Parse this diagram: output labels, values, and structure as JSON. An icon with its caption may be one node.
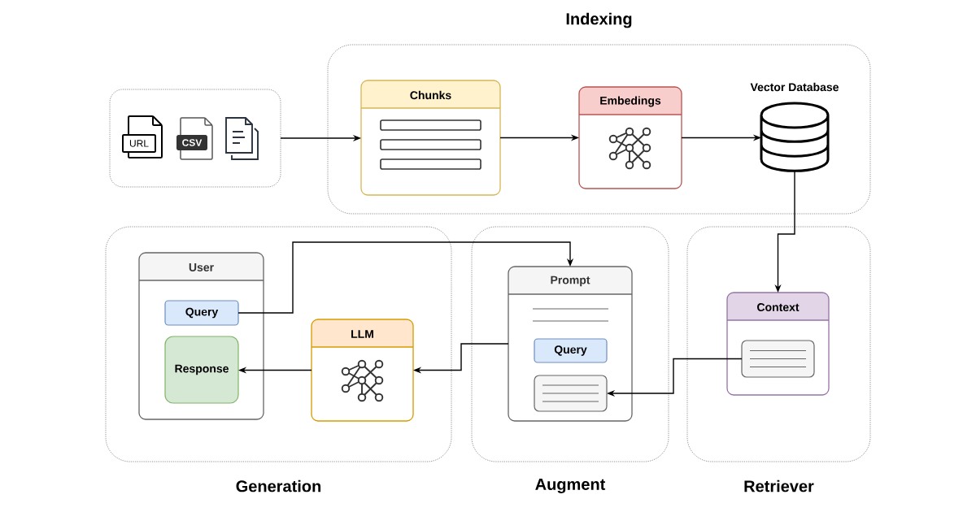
{
  "diagram": {
    "nodes": [
      {
        "text": [
          "Indexing"
        ]
      },
      {
        "text": [],
        "shape": "box"
      },
      {
        "text": [
          "Chunks"
        ],
        "in": 0
      },
      {
        "text": [
          "Embedings"
        ],
        "in": 0
      },
      {
        "text": [
          "Vector Database"
        ],
        "in": 0
      },
      {
        "text": [
          "Generation"
        ]
      },
      {
        "text": [
          "User"
        ],
        "in": 5
      },
      {
        "text": [
          "Query"
        ],
        "in": 6
      },
      {
        "text": [
          "Response"
        ],
        "in": 6
      },
      {
        "text": [
          "LLM"
        ],
        "in": 5
      },
      {
        "text": [
          "Augment"
        ]
      },
      {
        "text": [
          "Prompt"
        ],
        "in": 10
      },
      {
        "text": [
          "Query"
        ],
        "in": 11
      },
      {
        "text": [],
        "shape": "box",
        "in": 11
      },
      {
        "text": [
          "Retriever"
        ]
      },
      {
        "text": [
          "Context"
        ],
        "in": 14
      },
      {
        "text": [],
        "shape": "box",
        "in": 15
      }
    ],
    "edges": [
      {
        "from": 1,
        "to": 2,
        "arrow": "to"
      },
      {
        "from": 2,
        "to": 3,
        "arrow": "to"
      },
      {
        "from": 3,
        "to": 4,
        "arrow": "to"
      },
      {
        "from": 4,
        "to": 15,
        "arrow": "to"
      },
      {
        "from": 7,
        "to": 11,
        "arrow": "to"
      },
      {
        "from": 11,
        "to": 9,
        "arrow": "to"
      },
      {
        "from": 9,
        "to": 8,
        "arrow": "to"
      },
      {
        "from": 16,
        "to": 13,
        "arrow": "to"
      }
    ],
    "labels": [
      "URL",
      "CSV"
    ]
  }
}
